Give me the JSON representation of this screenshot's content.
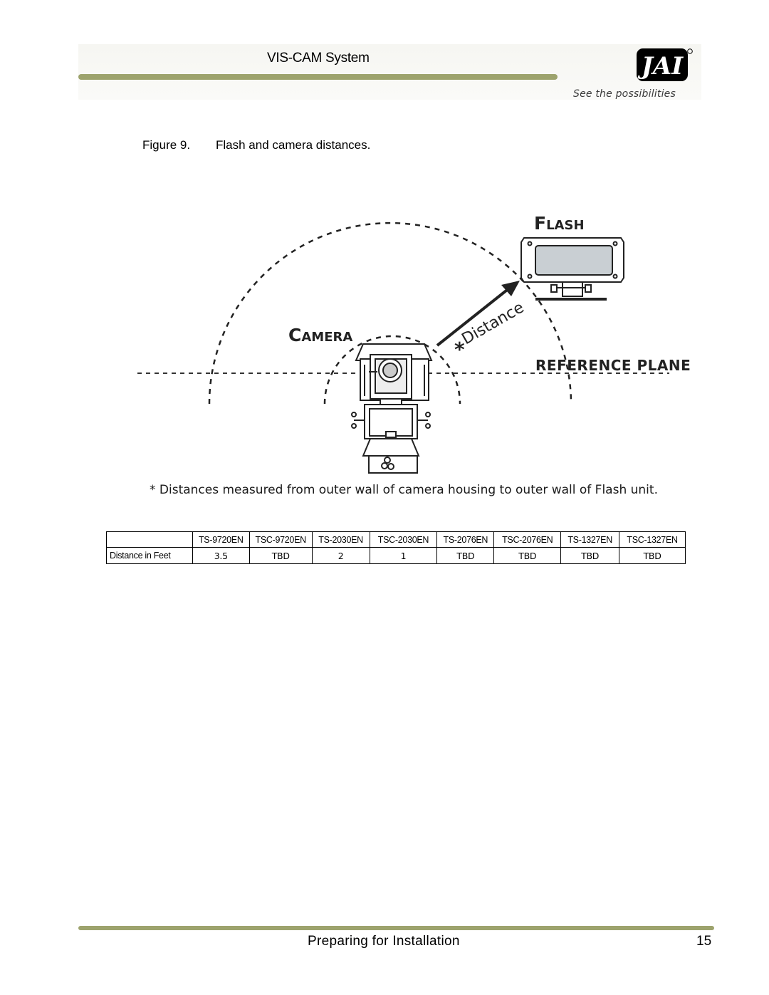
{
  "header": {
    "title": "VIS-CAM System",
    "logo_text": "JAI",
    "logo_tagline": "See the possibilities"
  },
  "figure": {
    "number": "Figure 9.",
    "caption": "Flash and camera distances.",
    "labels": {
      "flash": "Flash",
      "camera": "Camera",
      "distance": "Distance",
      "asterisk": "*",
      "reference_plane": "Reference Plane"
    },
    "note": "* Distances measured from outer wall of camera housing to outer wall of Flash unit."
  },
  "table": {
    "columns": [
      "TS-9720EN",
      "TSC-9720EN",
      "TS-2030EN",
      "TSC-2030EN",
      "TS-2076EN",
      "TSC-2076EN",
      "TS-1327EN",
      "TSC-1327EN"
    ],
    "row_label": "Distance in Feet",
    "values": [
      "3.5",
      "TBD",
      "2",
      "1",
      "TBD",
      "TBD",
      "TBD",
      "TBD"
    ]
  },
  "footer": {
    "section": "Preparing for Installation",
    "page": "15"
  },
  "colors": {
    "accent_bar": "#9da36d",
    "flash_glass": "#c9cfd3"
  }
}
